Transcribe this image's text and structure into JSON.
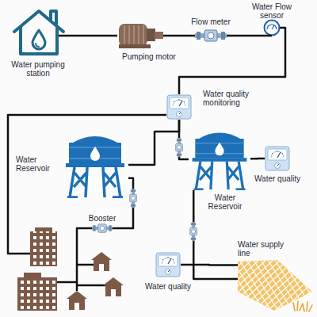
{
  "diagram": {
    "nodes": [
      {
        "text": [
          "Water pumping station"
        ]
      },
      {
        "text": [
          "Pumping motor"
        ]
      },
      {
        "text": [
          "Flow meter"
        ]
      },
      {
        "text": [
          "Water Flow sensor"
        ]
      },
      {
        "text": [
          "Water quality monitoring"
        ]
      },
      {
        "text": [
          "Water Reservoir"
        ]
      },
      {
        "text": [
          "Water Reservoir"
        ]
      },
      {
        "text": [
          "Water quality"
        ]
      },
      {
        "text": [
          "Booster"
        ]
      },
      {
        "text": [
          "Water quality"
        ]
      },
      {
        "text": [
          "Water supply line"
        ]
      }
    ],
    "edges": [
      {
        "from": 0,
        "to": 1,
        "arrow": "none"
      },
      {
        "from": 1,
        "to": 2,
        "arrow": "none"
      },
      {
        "from": 2,
        "to": 3,
        "arrow": "none"
      },
      {
        "from": 3,
        "to": 4,
        "arrow": "none"
      },
      {
        "from": 4,
        "to": 5,
        "arrow": "none"
      },
      {
        "from": 4,
        "to": 6,
        "arrow": "none"
      },
      {
        "from": 6,
        "to": 7,
        "arrow": "none"
      },
      {
        "from": 5,
        "to": 8,
        "arrow": "none"
      },
      {
        "from": 6,
        "to": 10,
        "arrow": "none"
      },
      {
        "from": 9,
        "to": 10,
        "arrow": "none"
      }
    ]
  }
}
